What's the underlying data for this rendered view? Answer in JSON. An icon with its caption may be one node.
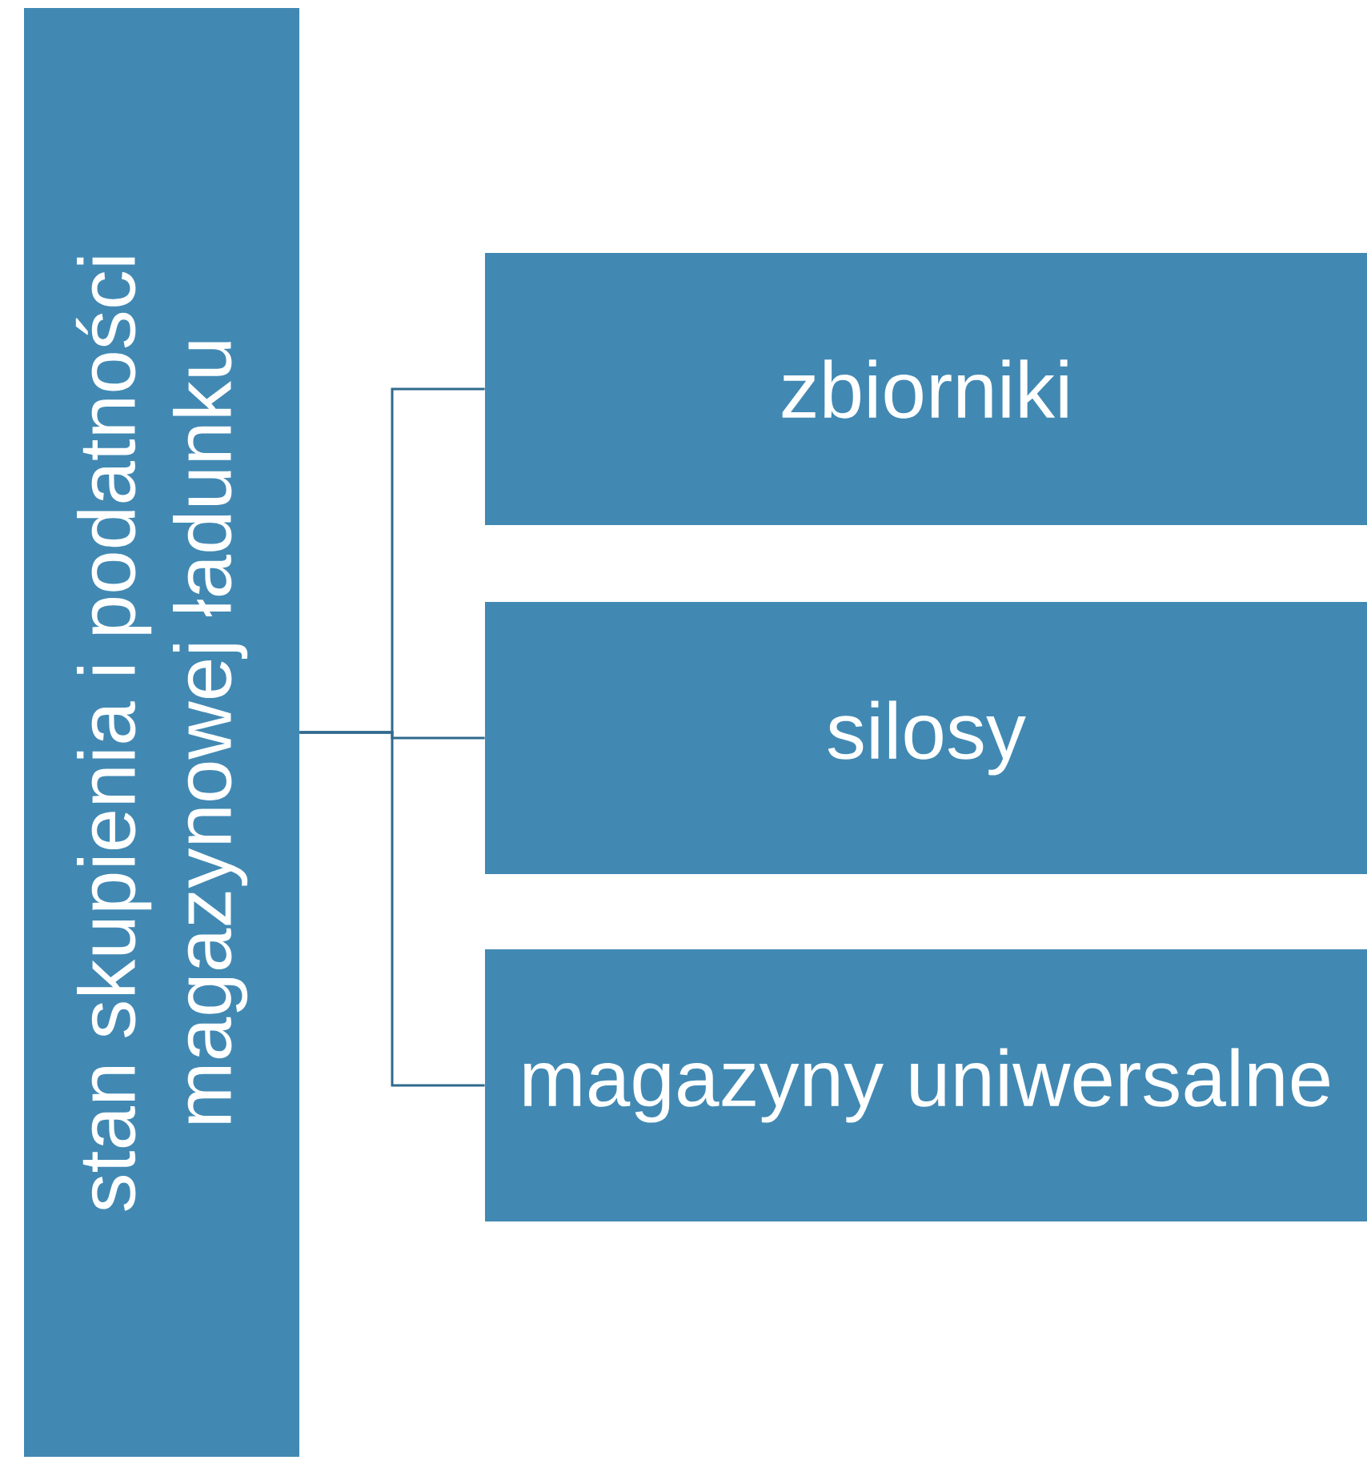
{
  "diagram": {
    "nodes": [
      {
        "text": [
          "stan skupienia i podatności magazynowej ładunku"
        ]
      },
      {
        "text": [
          "zbiorniki"
        ]
      },
      {
        "text": [
          "silosy"
        ]
      },
      {
        "text": [
          "magazyny uniwersalne"
        ]
      }
    ],
    "edges": [
      {
        "from": 0,
        "to": 1,
        "arrow": "none"
      },
      {
        "from": 0,
        "to": 2,
        "arrow": "none"
      },
      {
        "from": 0,
        "to": 3,
        "arrow": "none"
      }
    ]
  }
}
